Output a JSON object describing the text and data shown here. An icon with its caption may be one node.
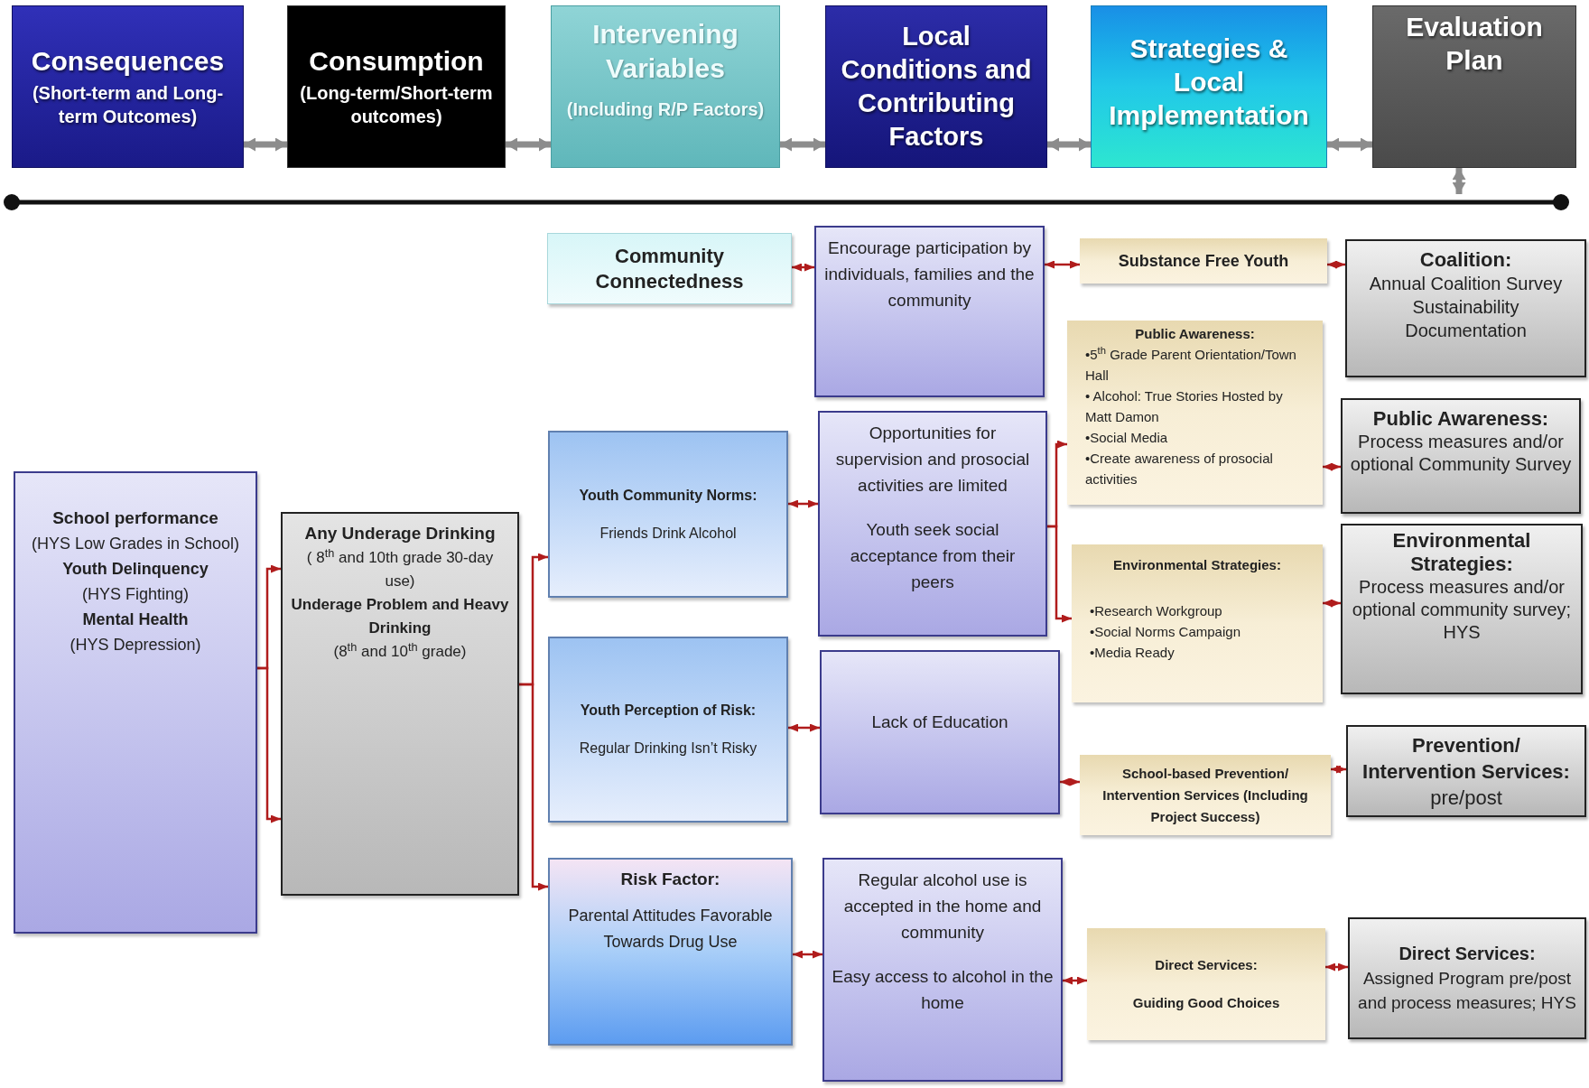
{
  "diagram": {
    "nodes": [
      {
        "text": [
          "Consequences",
          "(Short-term and Long-term Outcomes)"
        ]
      },
      {
        "text": [
          "Consumption",
          "(Long-term/Short-term outcomes)"
        ]
      },
      {
        "text": [
          "Intervening Variables",
          "(Including R/P Factors)"
        ]
      },
      {
        "text": [
          "Local Conditions and Contributing Factors"
        ]
      },
      {
        "text": [
          "Strategies & Local Implementation"
        ]
      },
      {
        "text": [
          "Evaluation Plan"
        ]
      },
      {
        "text": [
          "School performance",
          "(HYS Low Grades in School)",
          "Youth Delinquency",
          "(HYS Fighting)",
          "Mental Health",
          "(HYS Depression)"
        ]
      },
      {
        "text": [
          "Any Underage Drinking",
          "( 8$^{th}$ and 10th grade 30-day use)",
          "Underage Problem and Heavy Drinking",
          "(8$^{th}$ and 10$^{th}$ grade)"
        ]
      },
      {
        "text": [
          "Community Connectedness"
        ]
      },
      {
        "text": [
          "Youth Community Norms:",
          "Friends Drink Alcohol"
        ]
      },
      {
        "text": [
          "Youth Perception of Risk:",
          "Regular Drinking Isn’t Risky"
        ]
      },
      {
        "text": [
          "Risk Factor:",
          "Parental Attitudes Favorable Towards Drug Use"
        ]
      },
      {
        "text": [
          "Encourage participation by individuals, families and the community"
        ]
      },
      {
        "text": [
          "Opportunities for supervision and prosocial activities are limited",
          "Youth seek social acceptance from their peers"
        ]
      },
      {
        "text": [
          "Lack of Education"
        ]
      },
      {
        "text": [
          "Regular alcohol use is accepted in the home and community",
          "Easy access to alcohol in the home"
        ]
      },
      {
        "text": [
          "Substance Free Youth"
        ]
      },
      {
        "text": [
          "Public Awareness:",
          "•5$^{th}$ Grade Parent Orientation/Town Hall",
          "• Alcohol: True Stories Hosted by Matt Damon",
          "•Social Media",
          "•Create awareness of prosocial activities"
        ]
      },
      {
        "text": [
          "Environmental Strategies:",
          "•Research Workgroup",
          "•Social Norms Campaign",
          "•Media Ready"
        ]
      },
      {
        "text": [
          "School-based Prevention/ Intervention Services (Including Project Success)"
        ]
      },
      {
        "text": [
          "Direct Services:",
          "Guiding Good Choices"
        ]
      },
      {
        "text": [
          "Coalition:",
          "Annual Coalition Survey Sustainability Documentation"
        ]
      },
      {
        "text": [
          "Public Awareness:",
          "Process measures and/or optional Community Survey"
        ]
      },
      {
        "text": [
          "Environmental Strategies:",
          "Process measures and/or optional community survey; HYS"
        ]
      },
      {
        "text": [
          "**Prevention/ Intervention Services:** pre/post"
        ]
      },
      {
        "text": [
          "Direct Services:",
          "Assigned Program pre/post and process measures; HYS"
        ]
      },
      {
        "text": [],
        "shape": "bar"
      }
    ],
    "edges": [
      {
        "from": 0,
        "to": 1,
        "arrow": "both",
        "style": "thick",
        "color": "#8c8c8c"
      },
      {
        "from": 1,
        "to": 2,
        "arrow": "both",
        "style": "thick",
        "color": "#8c8c8c"
      },
      {
        "from": 2,
        "to": 3,
        "arrow": "both",
        "style": "thick",
        "color": "#8c8c8c"
      },
      {
        "from": 3,
        "to": 4,
        "arrow": "both",
        "style": "thick",
        "color": "#8c8c8c"
      },
      {
        "from": 4,
        "to": 5,
        "arrow": "both",
        "style": "thick",
        "color": "#8c8c8c"
      },
      {
        "from": 5,
        "to": 26,
        "arrow": "both",
        "style": "thick",
        "color": "#8c8c8c"
      },
      {
        "from": 6,
        "to": 7,
        "arrow": "to"
      },
      {
        "from": 6,
        "to": 7,
        "arrow": "to"
      },
      {
        "from": 7,
        "to": 9,
        "arrow": "to"
      },
      {
        "from": 7,
        "to": 11,
        "arrow": "to"
      },
      {
        "from": 8,
        "to": 12,
        "arrow": "both"
      },
      {
        "from": 12,
        "to": 16,
        "arrow": "both"
      },
      {
        "from": 16,
        "to": 21,
        "arrow": "both"
      },
      {
        "from": 9,
        "to": 13,
        "arrow": "both"
      },
      {
        "from": 13,
        "to": 17,
        "arrow": "to"
      },
      {
        "from": 13,
        "to": 18,
        "arrow": "to"
      },
      {
        "from": 17,
        "to": 22,
        "arrow": "both"
      },
      {
        "from": 18,
        "to": 23,
        "arrow": "both"
      },
      {
        "from": 10,
        "to": 14,
        "arrow": "both"
      },
      {
        "from": 14,
        "to": 19,
        "arrow": "both"
      },
      {
        "from": 19,
        "to": 24,
        "arrow": "both"
      },
      {
        "from": 11,
        "to": 15,
        "arrow": "both"
      },
      {
        "from": 15,
        "to": 20,
        "arrow": "both"
      },
      {
        "from": 20,
        "to": 25,
        "arrow": "both"
      }
    ]
  }
}
